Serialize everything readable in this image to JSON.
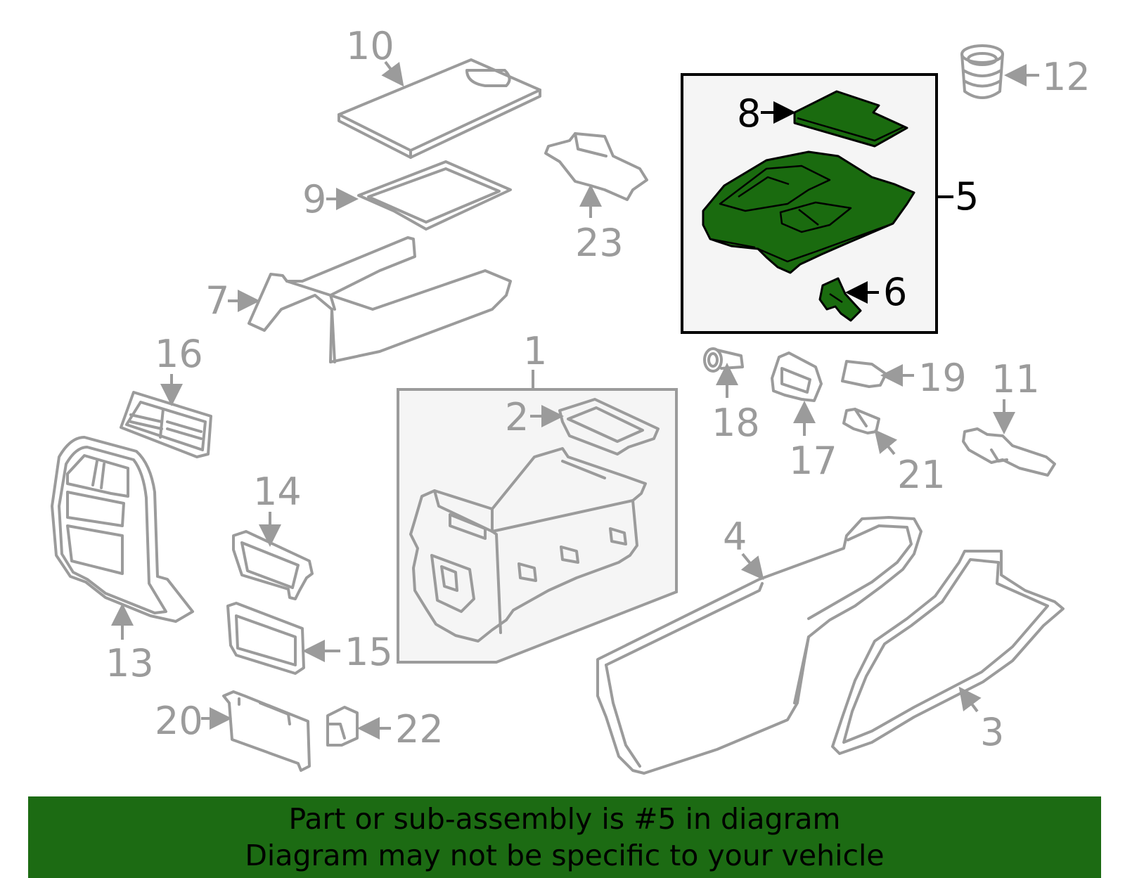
{
  "callouts": {
    "c1": "1",
    "c2": "2",
    "c3": "3",
    "c4": "4",
    "c5": "5",
    "c6": "6",
    "c7": "7",
    "c8": "8",
    "c9": "9",
    "c10": "10",
    "c11": "11",
    "c12": "12",
    "c13": "13",
    "c14": "14",
    "c15": "15",
    "c16": "16",
    "c17": "17",
    "c18": "18",
    "c19": "19",
    "c20": "20",
    "c21": "21",
    "c22": "22",
    "c23": "23"
  },
  "highlight": {
    "part": "5",
    "color": "#1a6b0f"
  },
  "banner": {
    "line1": "Part or sub-assembly is #5 in diagram",
    "line2": "Diagram may not be specific to your vehicle",
    "background": "#1c6b13"
  }
}
